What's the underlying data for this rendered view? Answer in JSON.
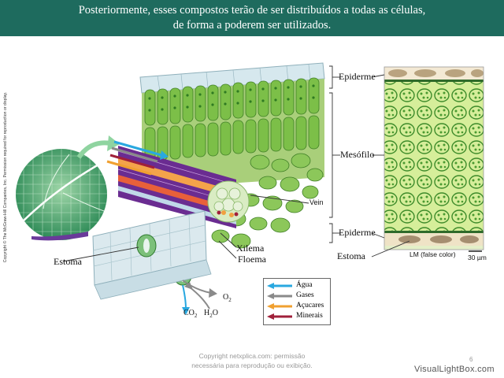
{
  "banner": {
    "line1": "Posteriormente, esses compostos terão de ser distribuídos a todas as células,",
    "line2": "de forma a poderem ser utilizados."
  },
  "copyright_vertical": "Copyright © The McGraw-Hill Companies, Inc. Permission required for reproduction or display.",
  "labels": {
    "epiderme_top": "Epiderme",
    "mesofilo": "Mesófilo",
    "epiderme_bottom": "Epiderme",
    "estoma_right": "Estoma",
    "estoma_left": "Estoma",
    "xilema": "Xilema",
    "floema": "Floema",
    "vein": "Vein",
    "lm": "LM (false color)",
    "scale": "30 µm",
    "o2": "O",
    "o2_sub": "2",
    "co2": "CO",
    "co2_sub": "2",
    "h2o_h": "H",
    "h2o_sub": "2",
    "h2o_o": "O"
  },
  "legend": [
    {
      "label": "Água",
      "color": "#29a8e0"
    },
    {
      "label": "Gases",
      "color": "#8a8a8a"
    },
    {
      "label": "Açucares",
      "color": "#f0a030"
    },
    {
      "label": "Minerais",
      "color": "#a0203a"
    }
  ],
  "colors": {
    "banner": "#1e6b5e",
    "epidermis": "#cfe3ea",
    "mesophyll": "#7bc043",
    "vein_purple": "#6a2c91"
  },
  "footer": {
    "line1": "Copyright netxplica.com: permissão",
    "line2": "necessária para reprodução ou exibição."
  },
  "page_number": "6",
  "watermark": "VisualLightBox.com"
}
